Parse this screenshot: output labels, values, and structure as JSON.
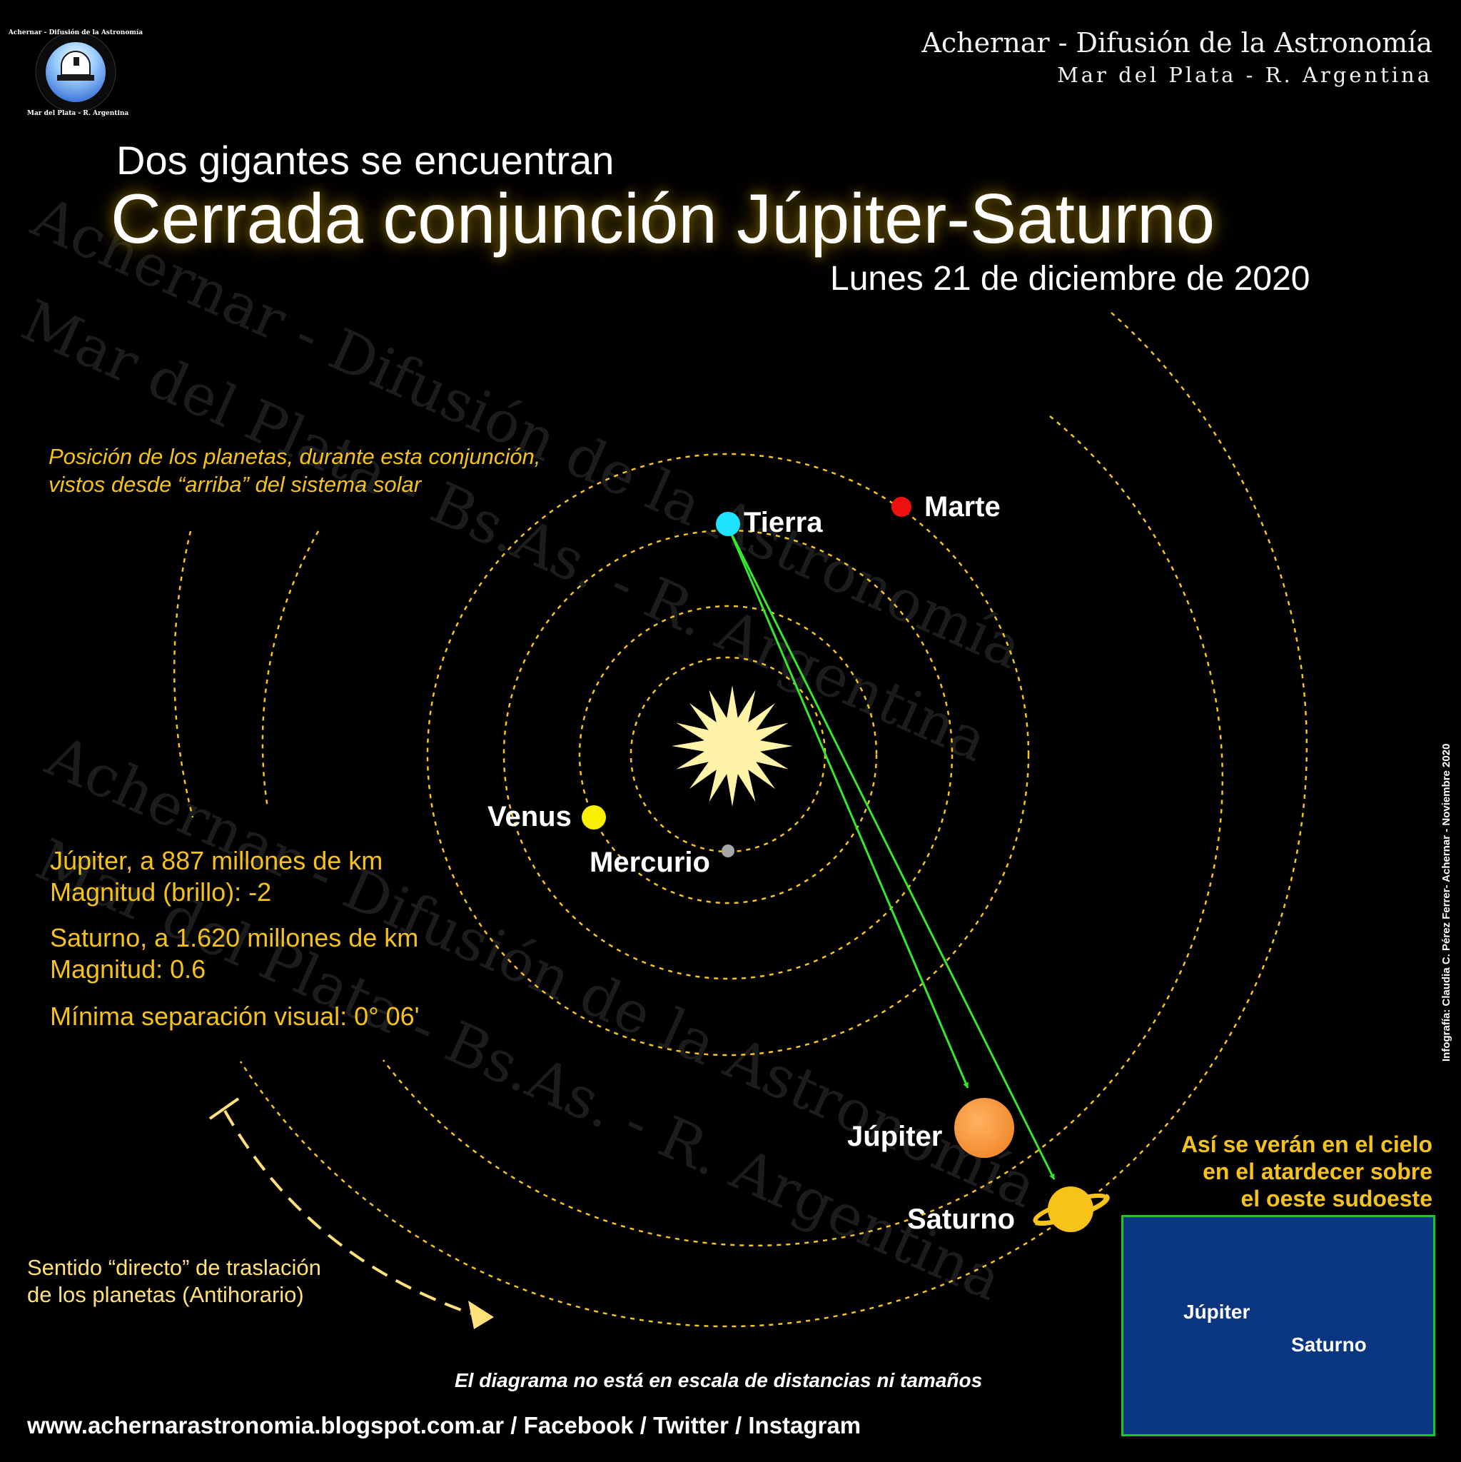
{
  "header": {
    "org_name": "Achernar - Difusión de la Astronomía",
    "org_location": "Mar del Plata - R. Argentina",
    "logo_ring_text": "Achernar - Difusión de la Astronomía",
    "logo_caption": "Mar del Plata - R. Argentina"
  },
  "titles": {
    "kicker": "Dos gigantes se encuentran",
    "main": "Cerrada conjunción Júpiter-Saturno",
    "date": "Lunes 21 de diciembre de 2020"
  },
  "watermark": {
    "line1": "Achernar - Difusión de la Astronomía",
    "line2": "Mar del Plata - Bs.As. - R. Argentina"
  },
  "notes": {
    "view_line1": "Posición de los planetas, durante esta conjunción,",
    "view_line2": "vistos desde “arriba” del sistema solar",
    "direction_line1": "Sentido “directo” de traslación",
    "direction_line2": "de los planetas (Antihorario)",
    "disclaimer": "El diagrama no está en escala de distancias ni tamaños"
  },
  "facts": {
    "jupiter_distance": "Júpiter, a 887 millones de km",
    "jupiter_magnitude": "Magnitud (brillo): -2",
    "saturn_distance": "Saturno, a 1.620 millones de km",
    "saturn_magnitude": "Magnitud: 0.6",
    "min_separation": "Mínima separación visual: 0° 06'"
  },
  "planets": {
    "mercurio": "Mercurio",
    "venus": "Venus",
    "tierra": "Tierra",
    "marte": "Marte",
    "jupiter": "Júpiter",
    "saturno": "Saturno"
  },
  "sky_view": {
    "line1": "Así se verán en el cielo",
    "line2": "en el atardecer sobre",
    "line3": "el oeste sudoeste",
    "jupiter": "Júpiter",
    "saturn": "Saturno"
  },
  "footer": {
    "links": "www.achernarastronomia.blogspot.com.ar / Facebook / Twitter / Instagram",
    "credit": "Infografía: Claudia C. Pérez Ferrer- Achernar - Noviembre 2020"
  },
  "colors": {
    "orbit": "#f5c51c",
    "sun": "#fff3a8",
    "mercury": "#a7a7a7",
    "venus": "#f8f000",
    "earth": "#1de3ff",
    "mars": "#ee1111",
    "jupiter": "#f9963d",
    "saturn": "#f7c318",
    "sightline": "#34e82c",
    "sky_box": "#0a3580",
    "highlight_text": "#f4c21a"
  }
}
